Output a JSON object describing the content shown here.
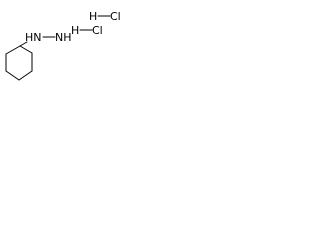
{
  "molecule": {
    "atoms": {
      "hydrazine_n1": "HN",
      "hydrazine_n2": "NH",
      "hcl1_h": "H",
      "hcl1_cl": "Cl",
      "hcl2_h": "H",
      "hcl2_cl": "Cl"
    },
    "ring": "cyclohexane",
    "salt": "dihydrochloride"
  }
}
